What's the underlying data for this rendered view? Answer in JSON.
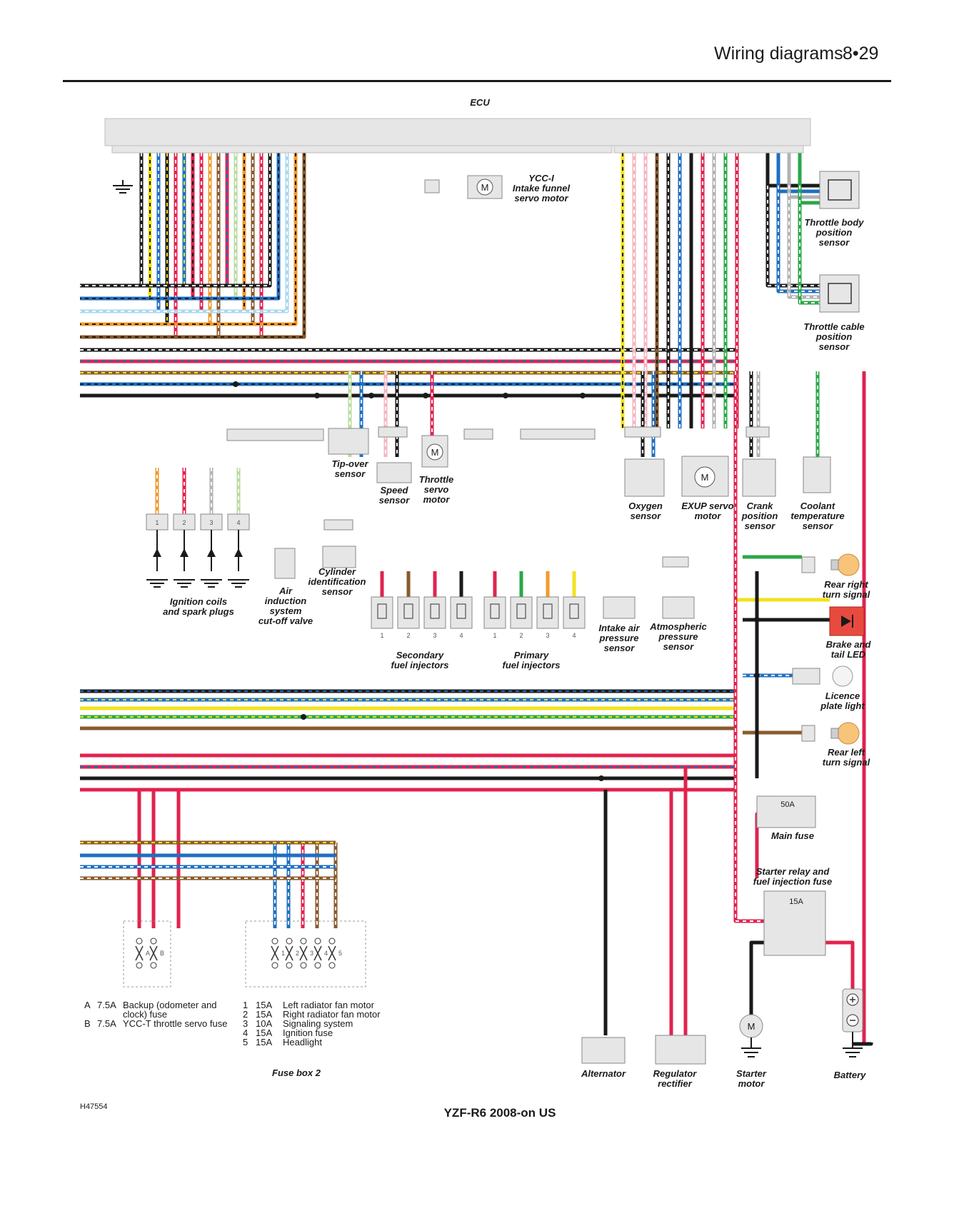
{
  "header": {
    "title": "Wiring diagrams",
    "page": "8•29"
  },
  "ecu": {
    "label": "ECU"
  },
  "components": {
    "ycc_i": [
      "YCC-I",
      "Intake funnel",
      "servo motor"
    ],
    "throttle_body": [
      "Throttle body",
      "position",
      "sensor"
    ],
    "throttle_cable": [
      "Throttle cable",
      "position",
      "sensor"
    ],
    "tip_over": [
      "Tip-over",
      "sensor"
    ],
    "speed": [
      "Speed",
      "sensor"
    ],
    "throttle_servo": [
      "Throttle",
      "servo",
      "motor"
    ],
    "oxygen": [
      "Oxygen",
      "sensor"
    ],
    "exup": [
      "EXUP servo",
      "motor"
    ],
    "crank": [
      "Crank",
      "position",
      "sensor"
    ],
    "coolant": [
      "Coolant",
      "temperature",
      "sensor"
    ],
    "ignition": [
      "Ignition coils",
      "and spark plugs"
    ],
    "air_induction": [
      "Air",
      "induction",
      "system",
      "cut-off valve"
    ],
    "cylinder_id": [
      "Cylinder",
      "identification",
      "sensor"
    ],
    "secondary_inj": [
      "Secondary",
      "fuel injectors"
    ],
    "primary_inj": [
      "Primary",
      "fuel injectors"
    ],
    "intake_air": [
      "Intake air",
      "pressure",
      "sensor"
    ],
    "atmospheric": [
      "Atmospheric",
      "pressure",
      "sensor"
    ],
    "rear_right": [
      "Rear right",
      "turn signal"
    ],
    "brake_tail": [
      "Brake and",
      "tail LED"
    ],
    "licence": [
      "Licence",
      "plate light"
    ],
    "rear_left": [
      "Rear left",
      "turn signal"
    ],
    "main_fuse": [
      "Main fuse"
    ],
    "main_fuse_rating": "50A",
    "starter_relay": [
      "Starter relay and",
      "fuel injection fuse"
    ],
    "starter_relay_rating": "15A",
    "alternator": [
      "Alternator"
    ],
    "regulator": [
      "Regulator",
      "rectifier"
    ],
    "starter_motor": [
      "Starter",
      "motor"
    ],
    "battery": [
      "Battery"
    ],
    "fuse_box_2": "Fuse box 2"
  },
  "motor_symbol": "M",
  "fuse_legend_left": [
    [
      "A",
      "7.5A",
      "Backup (odometer and"
    ],
    [
      "",
      "",
      "clock) fuse"
    ],
    [
      "B",
      "7.5A",
      "YCC-T throttle servo fuse"
    ]
  ],
  "fuse_legend_right": [
    [
      "1",
      "15A",
      "Left radiator fan motor"
    ],
    [
      "2",
      "15A",
      "Right radiator fan motor"
    ],
    [
      "3",
      "10A",
      "Signaling system"
    ],
    [
      "4",
      "15A",
      "Ignition fuse"
    ],
    [
      "5",
      "15A",
      "Headlight"
    ]
  ],
  "fuse_letters": [
    "A",
    "B"
  ],
  "fuse_numbers": [
    "1",
    "2",
    "3",
    "4",
    "5"
  ],
  "pin_numbers": [
    "1",
    "2",
    "3",
    "4"
  ],
  "footer": {
    "code": "H47554",
    "model": "YZF-R6 2008-on US"
  },
  "wire_colors": {
    "black": "#1a1a1a",
    "red": "#e0234e",
    "blue": "#1f6fc0",
    "green": "#2aa847",
    "yellow": "#f2e21c",
    "orange": "#f39a2b",
    "brown": "#8a5a2b",
    "lightblue": "#a9d8f0",
    "pink": "#f4b6c2",
    "grey": "#b3b3b3",
    "lightgreen": "#b9dca0",
    "white": "#ffffff"
  }
}
